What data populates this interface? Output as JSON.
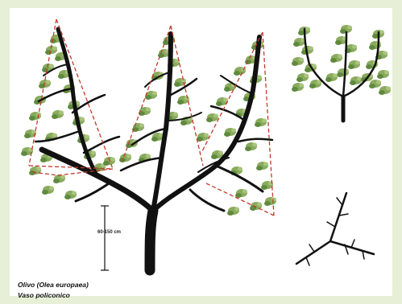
{
  "diagram": {
    "measure_label": "60-150 cm",
    "caption_species": "Olivo (Olea europaea)",
    "caption_training": "Vaso policonico",
    "colors": {
      "frame": "#e7f0d6",
      "background": "#ffffff",
      "trunk": "#111111",
      "foliage": "#8aab5e",
      "foliage_dark": "#5f8a3e",
      "cone_outline": "#c0392b"
    }
  }
}
